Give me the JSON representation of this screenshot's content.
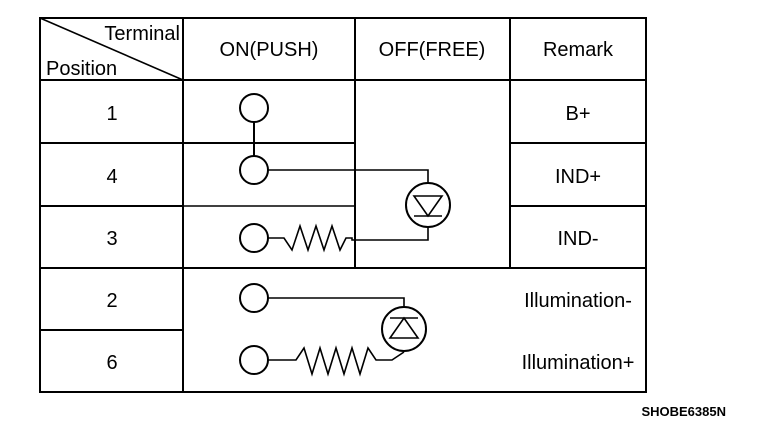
{
  "table": {
    "corner_top": "Terminal",
    "corner_bottom": "Position",
    "columns": [
      "ON(PUSH)",
      "OFF(FREE)",
      "Remark"
    ],
    "rows": [
      {
        "position": "1",
        "remark": "B+"
      },
      {
        "position": "4",
        "remark": "IND+"
      },
      {
        "position": "3",
        "remark": "IND-"
      },
      {
        "position": "2",
        "remark": "Illumination-"
      },
      {
        "position": "6",
        "remark": "Illumination+"
      }
    ]
  },
  "figure_code": "SHOBE6385N"
}
